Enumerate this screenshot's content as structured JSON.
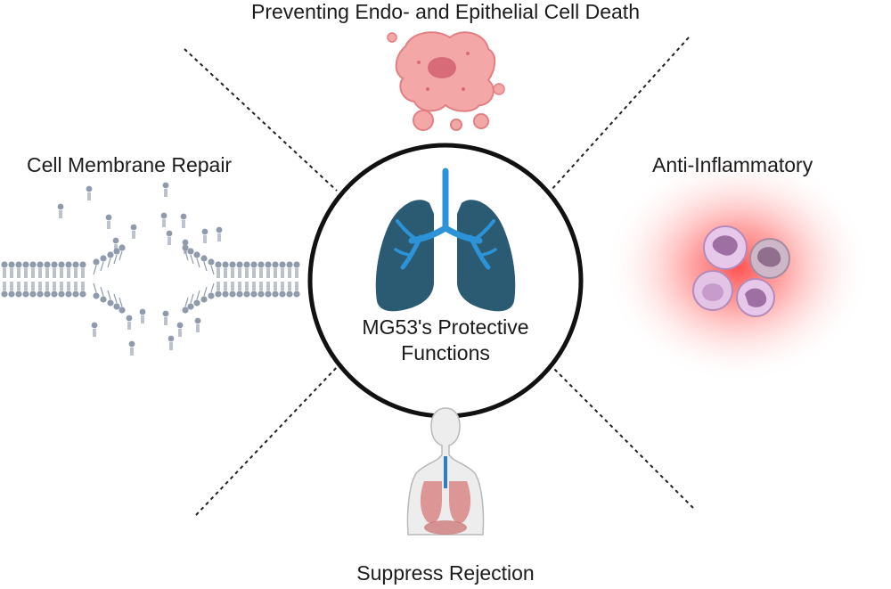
{
  "center": {
    "line1": "MG53's Protective",
    "line2": "Functions"
  },
  "quadrants": {
    "top": "Preventing Endo- and Epithelial Cell Death",
    "left": "Cell Membrane Repair",
    "right": "Anti-Inflammatory",
    "bottom": "Suppress Rejection"
  },
  "colors": {
    "lung": "#2b5a73",
    "airway": "#2d93d8",
    "dying_cell": "#f2a3a3",
    "dying_cell_nucleus": "#d9707a",
    "phospholipid": "#8f9bab",
    "inflammation_glow": "#ff5a5a",
    "immune_cell": "#d8b8dc",
    "immune_nucleus": "#9a6f9f",
    "body_lung": "#c96b6b",
    "trachea": "#2d7fbf"
  },
  "icons": [
    "lungs-icon",
    "dying-cell-icon",
    "lipid-bilayer-icon",
    "immune-cells-icon",
    "human-torso-icon"
  ]
}
